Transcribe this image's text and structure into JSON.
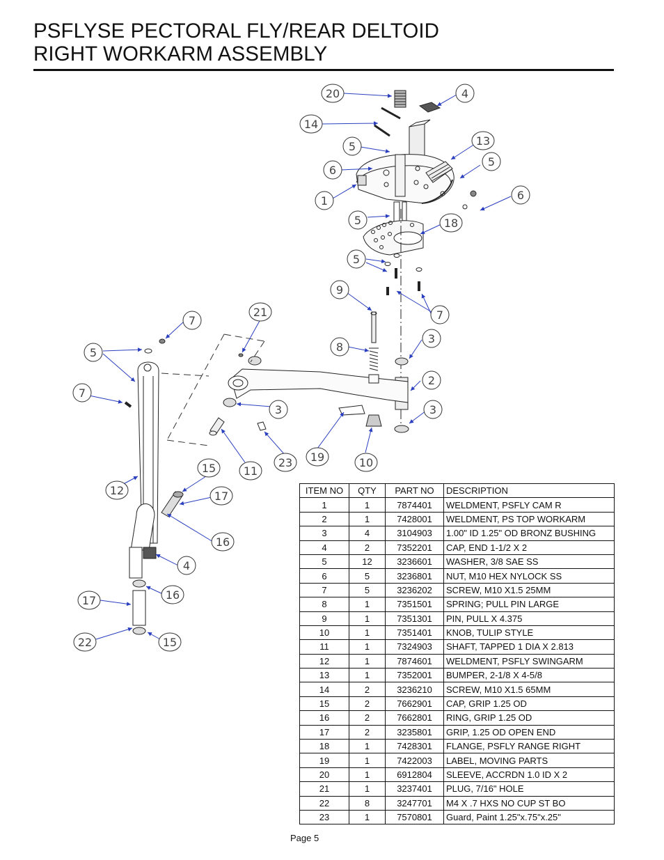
{
  "header": {
    "title_line1": "PSFLYSE PECTORAL FLY/REAR DELTOID",
    "title_line2": "RIGHT WORKARM ASSEMBLY"
  },
  "diagram": {
    "callouts": [
      "20",
      "4",
      "14",
      "13",
      "5",
      "5",
      "6",
      "1",
      "6",
      "5",
      "18",
      "5",
      "9",
      "7",
      "21",
      "7",
      "3",
      "8",
      "5",
      "2",
      "3",
      "7",
      "3",
      "19",
      "10",
      "11",
      "23",
      "15",
      "12",
      "17",
      "16",
      "4",
      "17",
      "16",
      "22",
      "15"
    ]
  },
  "parts_table": {
    "headers": [
      "ITEM NO",
      "QTY",
      "PART NO",
      "DESCRIPTION"
    ],
    "rows": [
      [
        "1",
        "1",
        "7874401",
        "WELDMENT, PSFLY CAM R"
      ],
      [
        "2",
        "1",
        "7428001",
        "WELDMENT, PS TOP WORKARM"
      ],
      [
        "3",
        "4",
        "3104903",
        "1.00\" ID 1.25\" OD BRONZ BUSHING"
      ],
      [
        "4",
        "2",
        "7352201",
        "CAP, END 1-1/2 X 2"
      ],
      [
        "5",
        "12",
        "3236601",
        "WASHER, 3/8 SAE SS"
      ],
      [
        "6",
        "5",
        "3236801",
        "NUT, M10 HEX  NYLOCK SS"
      ],
      [
        "7",
        "5",
        "3236202",
        "SCREW, M10 X1.5 25MM"
      ],
      [
        "8",
        "1",
        "7351501",
        "SPRING; PULL PIN LARGE"
      ],
      [
        "9",
        "1",
        "7351301",
        "PIN, PULL X 4.375"
      ],
      [
        "10",
        "1",
        "7351401",
        "KNOB, TULIP STYLE"
      ],
      [
        "11",
        "1",
        "7324903",
        "SHAFT, TAPPED 1 DIA X 2.813"
      ],
      [
        "12",
        "1",
        "7874601",
        "WELDMENT, PSFLY SWINGARM"
      ],
      [
        "13",
        "1",
        "7352001",
        "BUMPER, 2-1/8 X 4-5/8"
      ],
      [
        "14",
        "2",
        "3236210",
        "SCREW, M10 X1.5 65MM"
      ],
      [
        "15",
        "2",
        "7662901",
        "CAP, GRIP 1.25 OD"
      ],
      [
        "16",
        "2",
        "7662801",
        "RING, GRIP 1.25 OD"
      ],
      [
        "17",
        "2",
        "3235801",
        "GRIP, 1.25 OD OPEN END"
      ],
      [
        "18",
        "1",
        "7428301",
        "FLANGE, PSFLY RANGE RIGHT"
      ],
      [
        "19",
        "1",
        "7422003",
        "LABEL, MOVING PARTS"
      ],
      [
        "20",
        "1",
        "6912804",
        "SLEEVE, ACCRDN 1.0 ID X 2"
      ],
      [
        "21",
        "1",
        "3237401",
        "PLUG, 7/16\" HOLE"
      ],
      [
        "22",
        "8",
        "3247701",
        "M4 X .7 HXS NO CUP ST BO"
      ],
      [
        "23",
        "1",
        "7570801",
        "Guard, Paint 1.25\"x.75\"x.25\""
      ]
    ]
  },
  "footer": {
    "page_label": "Page 5"
  }
}
